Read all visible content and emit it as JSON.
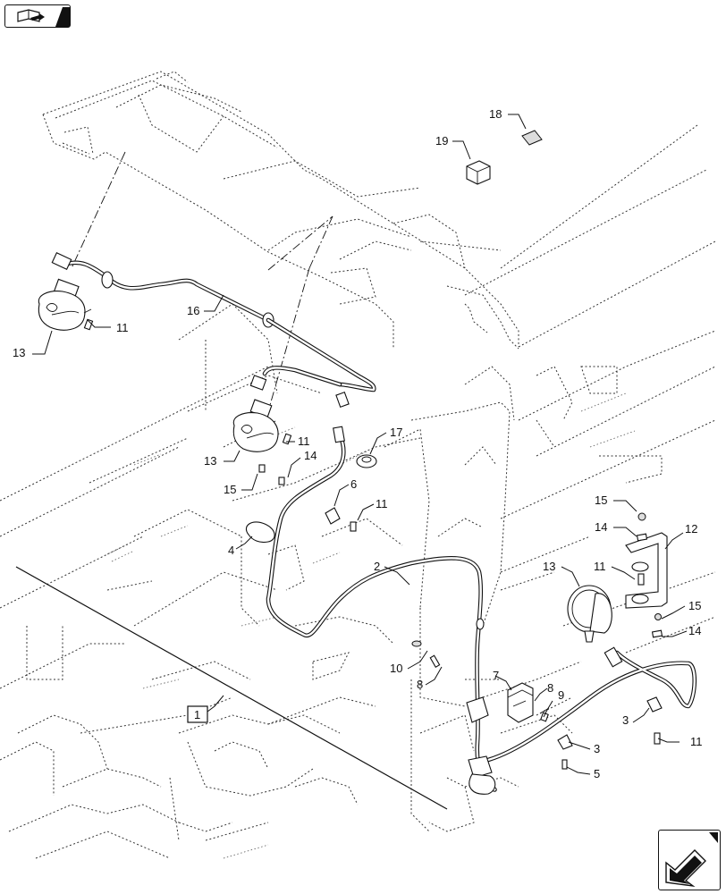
{
  "icons": {
    "top_left": "book-arrow-icon",
    "bottom_right": "next-page-arrow-icon"
  },
  "reference_box": "1",
  "callouts": [
    "18",
    "19",
    "16",
    "11",
    "13",
    "11",
    "13",
    "14",
    "15",
    "17",
    "6",
    "11",
    "4",
    "2",
    "15",
    "14",
    "12",
    "13",
    "11",
    "15",
    "14",
    "10",
    "8",
    "7",
    "8",
    "9",
    "3",
    "3",
    "11",
    "5"
  ]
}
